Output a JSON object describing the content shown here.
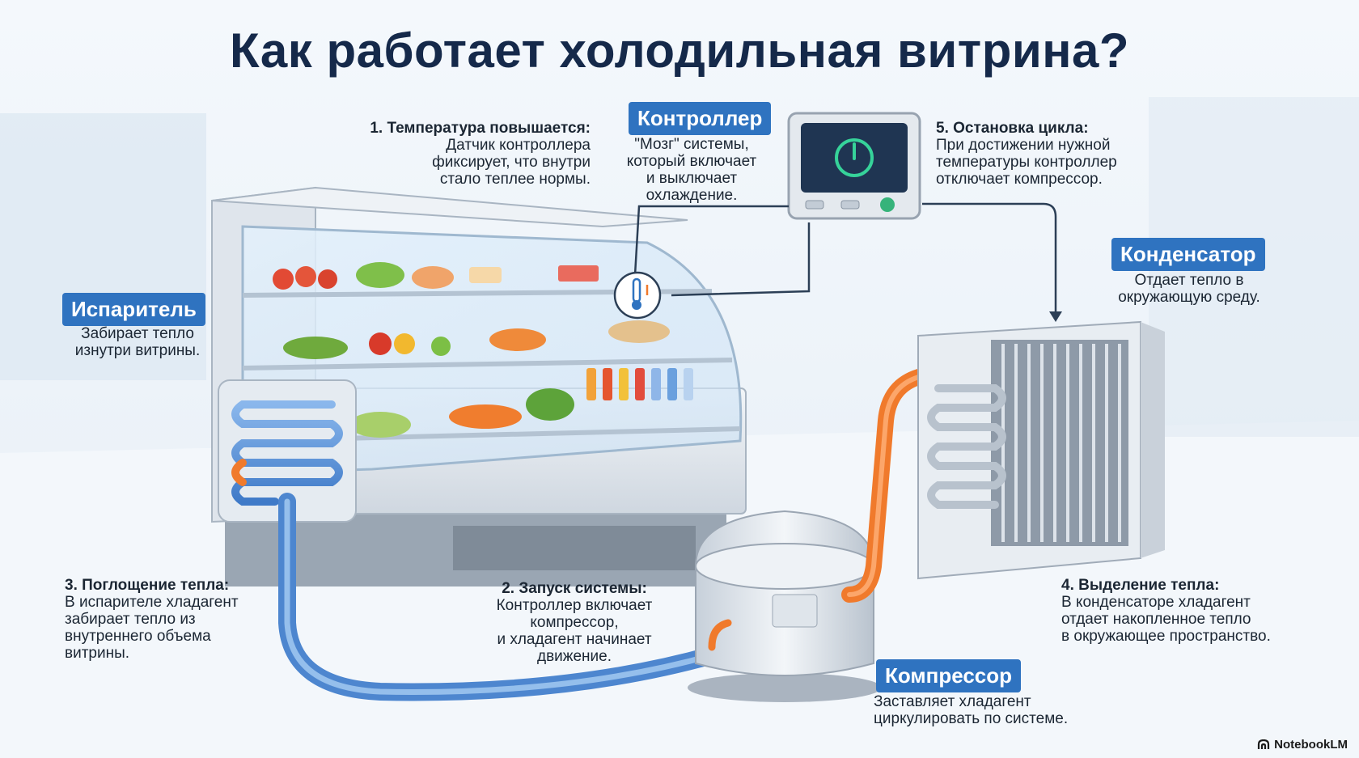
{
  "title": "Как работает холодильная витрина?",
  "components": {
    "evaporator": {
      "label": "Испаритель",
      "desc": "Забирает тепло\nизнутри витрины."
    },
    "controller": {
      "label": "Контроллер",
      "desc": "\"Мозг\" системы,\nкоторый включает\nи выключает\nохлаждение."
    },
    "condenser": {
      "label": "Конденсатор",
      "desc": "Отдает тепло в\nокружающую среду."
    },
    "compressor": {
      "label": "Компрессор",
      "desc": "Заставляет хладагент\nциркулировать по системе."
    }
  },
  "steps": [
    {
      "title": "1. Температура повышается:",
      "text": "Датчик контроллера\nфиксирует, что внутри\nстало теплее нормы."
    },
    {
      "title": "2. Запуск системы:",
      "text": "Контроллер включает\nкомпрессор,\nи хладагент начинает\nдвижение."
    },
    {
      "title": "3. Поглощение тепла:",
      "text": "В испарителе хладагент\nзабирает тепло из\nвнутреннего объема\nвитрины."
    },
    {
      "title": "4. Выделение тепла:",
      "text": "В конденсаторе хладагент\nотдает накопленное тепло\nв окружающее пространство."
    },
    {
      "title": "5. Остановка цикла:",
      "text": "При достижении нужной\nтемпературы контроллер\nотключает компрессор."
    }
  ],
  "brand": "NotebookLM",
  "colors": {
    "accent": "#2f73c0",
    "hot_pipe": "#f07a2c",
    "cold_pipe": "#5b93d8",
    "title": "#15294a"
  },
  "icons": [
    "power-icon",
    "thermometer-icon",
    "notebooklm-logo-icon"
  ]
}
